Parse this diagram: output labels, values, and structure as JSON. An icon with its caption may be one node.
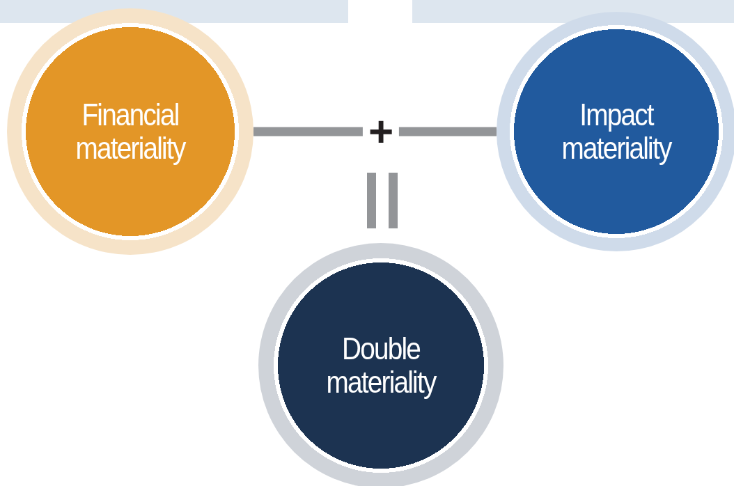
{
  "diagram": {
    "nodes": [
      {
        "text": [
          "Financial materiality"
        ]
      },
      {
        "text": [
          "Impact materiality"
        ]
      },
      {
        "text": [
          "Double materiality"
        ]
      }
    ],
    "edges": [
      {
        "from": 0,
        "to": 1,
        "arrow": "none",
        "label": "+"
      }
    ]
  }
}
